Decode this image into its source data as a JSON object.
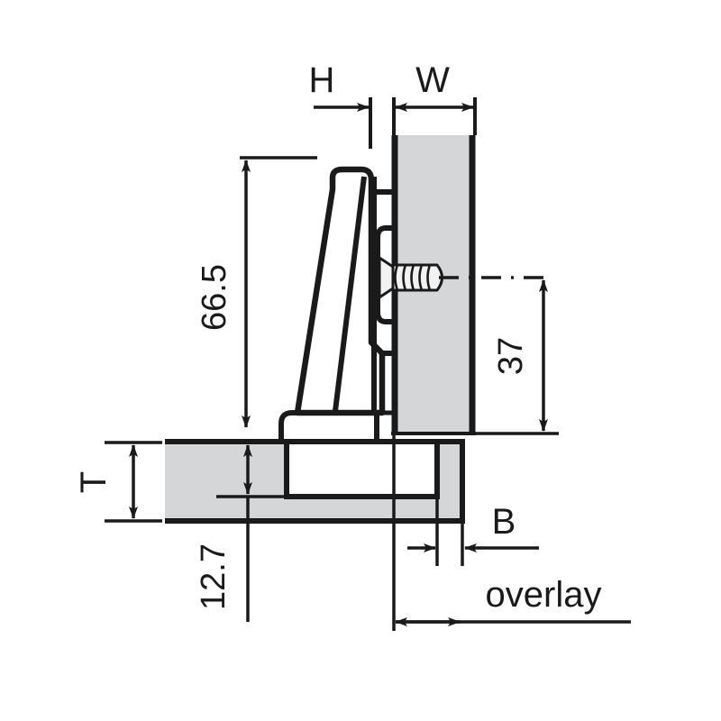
{
  "drawing": {
    "title": "Cabinet hinge mounting cross-section",
    "units": "mm",
    "background_color": "#ffffff",
    "line_color": "#1a1a1a",
    "panel_fill_color": "#d4d6d8",
    "hinge_fill_color": "#ffffff",
    "screw_fill_color": "#f2f2f2"
  },
  "dimensions": {
    "h": {
      "label": "H",
      "value": "",
      "orientation": "horizontal",
      "description": "arm-height-offset"
    },
    "w": {
      "label": "W",
      "value": "",
      "orientation": "horizontal",
      "description": "cabinet-panel-thickness"
    },
    "height_66_5": {
      "label": "66.5",
      "value": 66.5,
      "orientation": "vertical",
      "description": "overall-arm-height"
    },
    "height_37": {
      "label": "37",
      "value": 37,
      "orientation": "vertical",
      "description": "screw-centerline-height"
    },
    "thickness_t": {
      "label": "T",
      "value": "",
      "orientation": "vertical",
      "description": "door-panel-thickness"
    },
    "depth_12_7": {
      "label": "12.7",
      "value": 12.7,
      "orientation": "vertical",
      "description": "cup-bore-depth"
    },
    "gap_b": {
      "label": "B",
      "value": "",
      "orientation": "horizontal",
      "description": "reveal-gap"
    },
    "overlay": {
      "label": "overlay",
      "value": "",
      "orientation": "horizontal",
      "description": "door-overlay-distance"
    }
  },
  "parts": {
    "cabinet_panel": {
      "name": "cabinet-side-panel",
      "fill": "#d4d6d8"
    },
    "door_panel": {
      "name": "door-panel",
      "fill": "#d4d6d8"
    },
    "hinge_arm": {
      "name": "hinge-arm",
      "fill": "#ffffff"
    },
    "mounting_plate": {
      "name": "mounting-plate",
      "fill": "#ffffff"
    },
    "hinge_cup": {
      "name": "hinge-cup",
      "fill": "#ffffff"
    },
    "screw": {
      "name": "mounting-screw",
      "fill": "#f2f2f2"
    },
    "centerline": {
      "name": "screw-centerline",
      "style": "dash-dot"
    }
  }
}
